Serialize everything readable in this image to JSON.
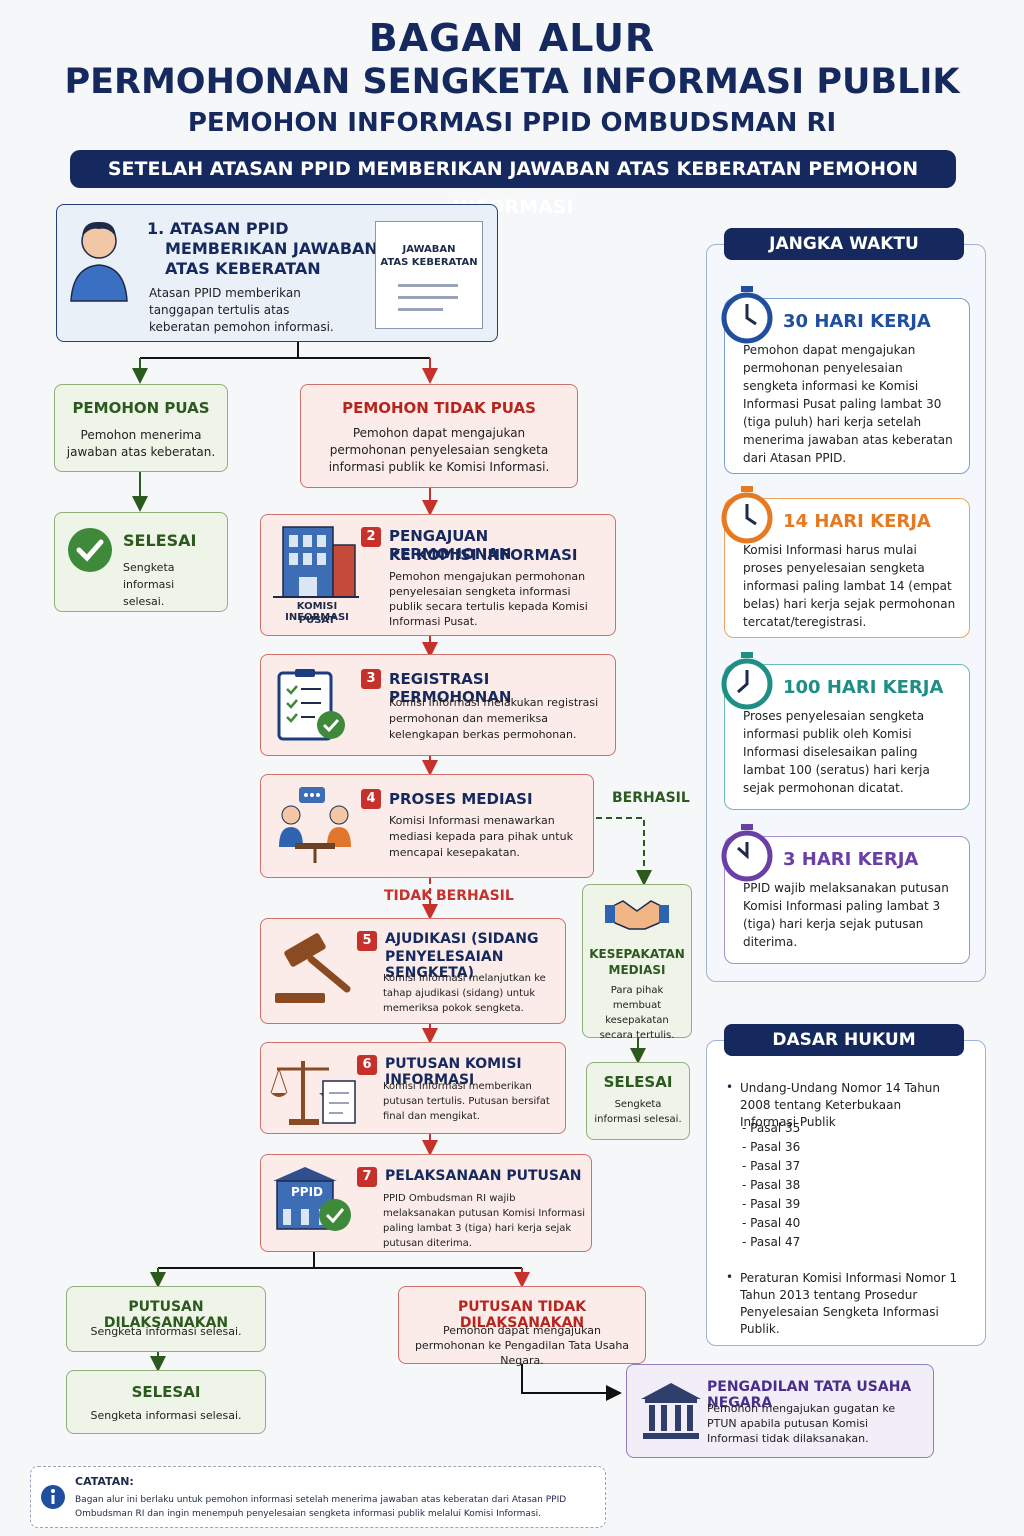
{
  "header": {
    "title_line1": "BAGAN ALUR",
    "title_line2": "PERMOHONAN SENGKETA INFORMASI PUBLIK",
    "title_line3": "PEMOHON INFORMASI PPID OMBUDSMAN RI",
    "subtitle_bar": "SETELAH ATASAN PPID MEMBERIKAN JAWABAN ATAS KEBERATAN PEMOHON INFORMASI"
  },
  "step1": {
    "title_lines": [
      "1.  ATASAN PPID",
      "MEMBERIKAN JAWABAN",
      "ATAS KEBERATAN"
    ],
    "desc": "Atasan PPID memberikan tanggapan tertulis atas keberatan pemohon informasi.",
    "doc_label_lines": [
      "JAWABAN",
      "ATAS KEBERATAN"
    ]
  },
  "puas": {
    "title": "PEMOHON PUAS",
    "desc": "Pemohon menerima jawaban atas keberatan."
  },
  "selesai_left": {
    "title": "SELESAI",
    "desc": "Sengketa informasi selesai."
  },
  "tidak_puas": {
    "title": "PEMOHON TIDAK PUAS",
    "desc": "Pemohon dapat mengajukan permohonan penyelesaian sengketa informasi publik ke Komisi Informasi."
  },
  "steps": [
    {
      "num": "2",
      "title_lines": [
        "PENGAJUAN PERMOHONAN",
        "KE KOMISI INFORMASI"
      ],
      "desc": "Pemohon mengajukan permohonan penyelesaian sengketa informasi publik secara tertulis kepada Komisi Informasi Pusat.",
      "icon_label_lines": [
        "KOMISI INFORMASI",
        "PUSAT"
      ]
    },
    {
      "num": "3",
      "title_lines": [
        "REGISTRASI PERMOHONAN"
      ],
      "desc": "Komisi Informasi melakukan registrasi permohonan dan memeriksa kelengkapan berkas permohonan."
    },
    {
      "num": "4",
      "title_lines": [
        "PROSES MEDIASI"
      ],
      "desc": "Komisi Informasi menawarkan mediasi kepada para pihak untuk mencapai kesepakatan."
    },
    {
      "num": "5",
      "title_lines": [
        "AJUDIKASI (SIDANG",
        "PENYELESAIAN SENGKETA)"
      ],
      "desc": "Komisi Informasi melanjutkan ke tahap ajudikasi (sidang) untuk memeriksa pokok sengketa."
    },
    {
      "num": "6",
      "title_lines": [
        "PUTUSAN KOMISI INFORMASI"
      ],
      "desc": "Komisi Informasi memberikan putusan tertulis. Putusan bersifat final dan mengikat."
    },
    {
      "num": "7",
      "title_lines": [
        "PELAKSANAAN PUTUSAN"
      ],
      "desc": "PPID Ombudsman RI wajib melaksanakan putusan Komisi Informasi paling lambat 3 (tiga) hari kerja sejak putusan diterima.",
      "icon_label": "PPID"
    }
  ],
  "labels": {
    "berhasil": "BERHASIL",
    "tidak": "TIDAK",
    "tidak_berhasil": "BERHASIL"
  },
  "kesepakatan": {
    "title_lines": [
      "KESEPAKATAN",
      "MEDIASI"
    ],
    "desc": "Para pihak membuat kesepakatan secara tertulis."
  },
  "selesai_mid": {
    "title": "SELESAI",
    "desc": "Sengketa informasi selesai."
  },
  "dilaksanakan": {
    "title": "PUTUSAN DILAKSANAKAN",
    "desc": "Sengketa informasi selesai."
  },
  "selesai_bottom": {
    "title": "SELESAI",
    "desc": "Sengketa informasi selesai."
  },
  "tidak_dilaksanakan": {
    "title": "PUTUSAN TIDAK DILAKSANAKAN",
    "desc": "Pemohon dapat mengajukan permohonan ke Pengadilan Tata Usaha Negara."
  },
  "ptun": {
    "title": "PENGADILAN TATA USAHA NEGARA",
    "desc": "Pemohon mengajukan gugatan ke PTUN apabila putusan Komisi Informasi tidak dilaksanakan."
  },
  "jangka_waktu": {
    "heading": "JANGKA WAKTU",
    "items": [
      {
        "label": "30 HARI KERJA",
        "color": "#1f4f9e",
        "desc": "Pemohon dapat mengajukan permohonan penyelesaian sengketa informasi ke Komisi Informasi Pusat paling lambat 30 (tiga puluh) hari kerja setelah menerima jawaban atas keberatan dari Atasan PPID."
      },
      {
        "label": "14 HARI KERJA",
        "color": "#e67a22",
        "desc": "Komisi Informasi harus mulai proses penyelesaian sengketa informasi paling lambat 14 (empat belas) hari kerja sejak permohonan tercatat/teregistrasi."
      },
      {
        "label": "100 HARI KERJA",
        "color": "#1f8f86",
        "desc": "Proses penyelesaian sengketa informasi publik oleh Komisi Informasi diselesaikan paling lambat 100 (seratus) hari kerja sejak permohonan dicatat."
      },
      {
        "label": "3 HARI KERJA",
        "color": "#6a3fa6",
        "desc": "PPID wajib melaksanakan putusan Komisi Informasi paling lambat 3 (tiga) hari kerja sejak putusan diterima."
      }
    ]
  },
  "dasar_hukum": {
    "heading": "DASAR HUKUM",
    "law1": "Undang-Undang Nomor 14 Tahun 2008 tentang Keterbukaan Informasi Publik",
    "pasal": [
      "Pasal 35",
      "Pasal 36",
      "Pasal 37",
      "Pasal 38",
      "Pasal 39",
      "Pasal 40",
      "Pasal 47"
    ],
    "law2": "Peraturan Komisi Informasi Nomor 1 Tahun 2013 tentang Prosedur Penyelesaian Sengketa Informasi Publik."
  },
  "catatan": {
    "title": "CATATAN:",
    "text": "Bagan alur ini berlaku untuk pemohon informasi setelah menerima jawaban atas keberatan dari Atasan PPID Ombudsman RI dan ingin menempuh penyelesaian sengketa informasi publik melalui Komisi Informasi."
  }
}
